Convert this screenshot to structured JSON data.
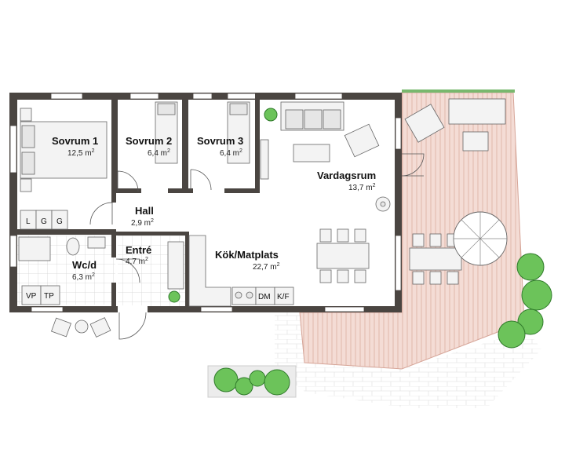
{
  "rooms": {
    "sovrum1": {
      "name": "Sovrum 1",
      "area": "12,5 m",
      "sup": "2"
    },
    "sovrum2": {
      "name": "Sovrum 2",
      "area": "6,4 m",
      "sup": "2"
    },
    "sovrum3": {
      "name": "Sovrum 3",
      "area": "6,4 m",
      "sup": "2"
    },
    "vardagsrum": {
      "name": "Vardagsrum",
      "area": "13,7 m",
      "sup": "2"
    },
    "hall": {
      "name": "Hall",
      "area": "2,9 m",
      "sup": "2"
    },
    "wcd": {
      "name": "Wc/d",
      "area": "6,3 m",
      "sup": "2"
    },
    "entre": {
      "name": "Entré",
      "area": "4,7 m",
      "sup": "2"
    },
    "kok": {
      "name": "Kök/Matplats",
      "area": "22,7 m",
      "sup": "2"
    }
  },
  "labels": {
    "l": "L",
    "g1": "G",
    "g2": "G",
    "vp": "VP",
    "tp": "TP",
    "dm": "DM",
    "kf": "K/F"
  },
  "colors": {
    "wall": "#4a4541",
    "deck": "#f4dcd5",
    "deck_line": "#d9a99c",
    "tile_line": "#d2d2d2",
    "tree": "#6cc35a"
  }
}
